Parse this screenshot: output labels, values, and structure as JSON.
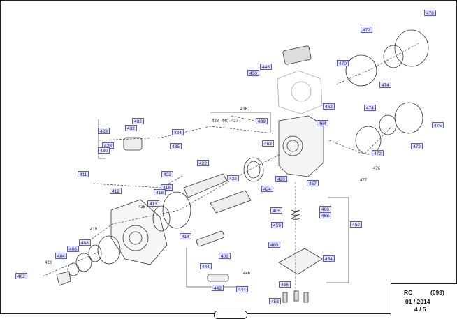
{
  "diagram": {
    "callouts": [
      {
        "id": "c478",
        "text": "478"
      },
      {
        "id": "c472a",
        "text": "472"
      },
      {
        "id": "c470",
        "text": "470"
      },
      {
        "id": "c474a",
        "text": "474"
      },
      {
        "id": "c448",
        "text": "448"
      },
      {
        "id": "c450",
        "text": "450"
      },
      {
        "id": "c462",
        "text": "462"
      },
      {
        "id": "c474b",
        "text": "474"
      },
      {
        "id": "c475",
        "text": "475"
      },
      {
        "id": "c472b",
        "text": "472"
      },
      {
        "id": "c472c",
        "text": "472"
      },
      {
        "id": "c464",
        "text": "464"
      },
      {
        "id": "c439",
        "text": "439"
      },
      {
        "id": "c432a",
        "text": "432"
      },
      {
        "id": "c432b",
        "text": "432"
      },
      {
        "id": "c428a",
        "text": "428"
      },
      {
        "id": "c428b",
        "text": "428"
      },
      {
        "id": "c430",
        "text": "430"
      },
      {
        "id": "c434",
        "text": "434"
      },
      {
        "id": "c435",
        "text": "435"
      },
      {
        "id": "c463",
        "text": "463"
      },
      {
        "id": "c422a",
        "text": "422"
      },
      {
        "id": "c422b",
        "text": "422"
      },
      {
        "id": "c422c",
        "text": "422"
      },
      {
        "id": "c411",
        "text": "411"
      },
      {
        "id": "c412",
        "text": "412"
      },
      {
        "id": "c416",
        "text": "416"
      },
      {
        "id": "c418",
        "text": "418"
      },
      {
        "id": "c413",
        "text": "413"
      },
      {
        "id": "c424",
        "text": "424"
      },
      {
        "id": "c420",
        "text": "420"
      },
      {
        "id": "c457",
        "text": "457"
      },
      {
        "id": "c405",
        "text": "405"
      },
      {
        "id": "c466",
        "text": "466"
      },
      {
        "id": "c468",
        "text": "468"
      },
      {
        "id": "c452",
        "text": "452"
      },
      {
        "id": "c459",
        "text": "459"
      },
      {
        "id": "c414",
        "text": "414"
      },
      {
        "id": "c460",
        "text": "460"
      },
      {
        "id": "c408",
        "text": "408"
      },
      {
        "id": "c406",
        "text": "406"
      },
      {
        "id": "c404",
        "text": "404"
      },
      {
        "id": "c409",
        "text": "409"
      },
      {
        "id": "c454",
        "text": "454"
      },
      {
        "id": "c444a",
        "text": "444"
      },
      {
        "id": "c444b",
        "text": "444"
      },
      {
        "id": "c442",
        "text": "442"
      },
      {
        "id": "c402",
        "text": "402"
      },
      {
        "id": "c456",
        "text": "456"
      },
      {
        "id": "c458",
        "text": "458"
      }
    ],
    "plain_labels": [
      {
        "id": "p436",
        "text": "436"
      },
      {
        "id": "p438",
        "text": "438"
      },
      {
        "id": "p440",
        "text": "440"
      },
      {
        "id": "p437",
        "text": "437"
      },
      {
        "id": "p476",
        "text": "476"
      },
      {
        "id": "p477",
        "text": "477"
      },
      {
        "id": "p415",
        "text": "415"
      },
      {
        "id": "p419",
        "text": "419"
      },
      {
        "id": "p423",
        "text": "423"
      },
      {
        "id": "p446",
        "text": "446"
      }
    ]
  },
  "title_block": {
    "rc": "RC",
    "code": "(093)",
    "date": "01 / 2014",
    "page": "4 / 5"
  }
}
